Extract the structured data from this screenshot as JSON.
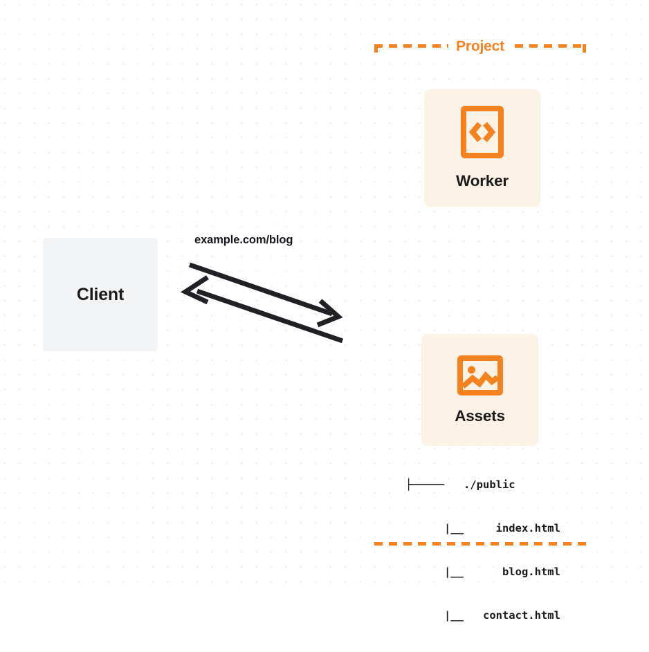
{
  "diagram": {
    "title": "Project architecture diagram",
    "background": {
      "style": "dot-grid",
      "dot_color": "#ebebeb",
      "page_color": "#ffffff"
    },
    "colors": {
      "accent_orange": "#f6821f",
      "card_fill": "#fdf2e6",
      "client_fill": "#f3f4f6",
      "text_dark": "#1b1b1b",
      "connector_stroke": "#1f2124"
    }
  },
  "client": {
    "label": "Client",
    "icon": "client-box"
  },
  "connector": {
    "label": "example.com/blog",
    "request_direction": "client-to-project",
    "response_direction": "project-to-client",
    "arrow_count": 2
  },
  "project": {
    "title": "Project",
    "border_style": "dashed",
    "services": [
      {
        "id": "worker",
        "label": "Worker",
        "icon": "code-brackets-icon"
      },
      {
        "id": "assets",
        "label": "Assets",
        "icon": "image-icon"
      }
    ],
    "file_tree": {
      "rows": [
        "├─────   ./public",
        "      |__     index.html",
        "      |__      blog.html",
        "      |__   contact.html"
      ]
    }
  }
}
